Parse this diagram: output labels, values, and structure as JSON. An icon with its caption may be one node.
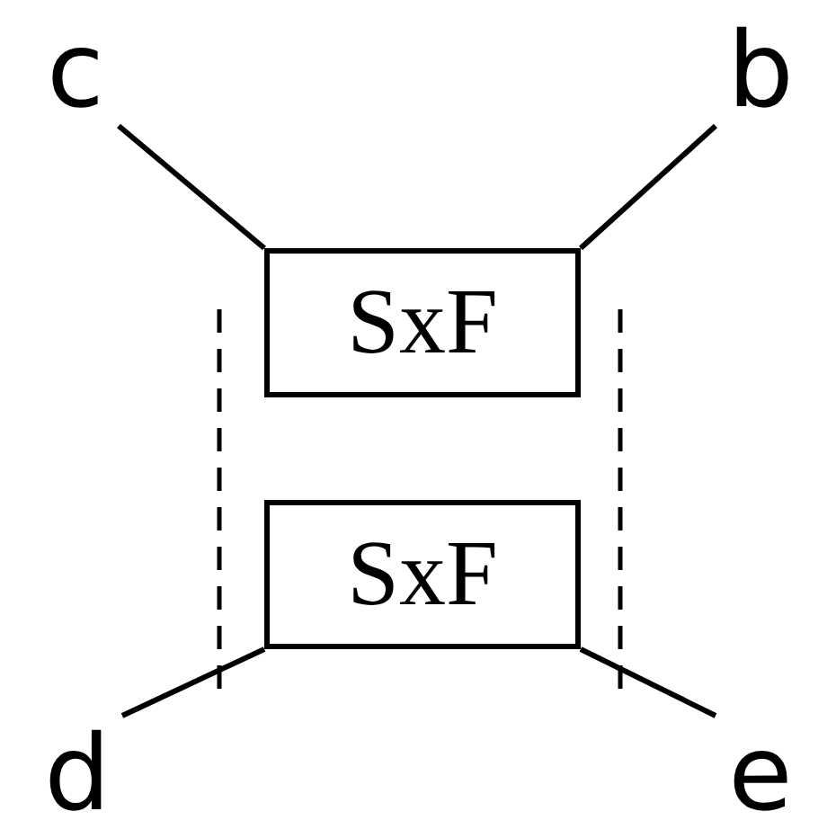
{
  "diagram": {
    "nodes": [
      {
        "text": [
          "c"
        ]
      },
      {
        "text": [
          "b"
        ]
      },
      {
        "text": [
          "SxF"
        ]
      },
      {
        "text": [
          "SxF"
        ]
      },
      {
        "text": [
          "d"
        ]
      },
      {
        "text": [
          "e"
        ]
      }
    ],
    "edges": [
      {
        "from": 0,
        "to": 2,
        "arrow": "none"
      },
      {
        "from": 1,
        "to": 2,
        "arrow": "none"
      },
      {
        "from": 3,
        "to": 4,
        "arrow": "none"
      },
      {
        "from": 3,
        "to": 5,
        "arrow": "none"
      }
    ]
  }
}
